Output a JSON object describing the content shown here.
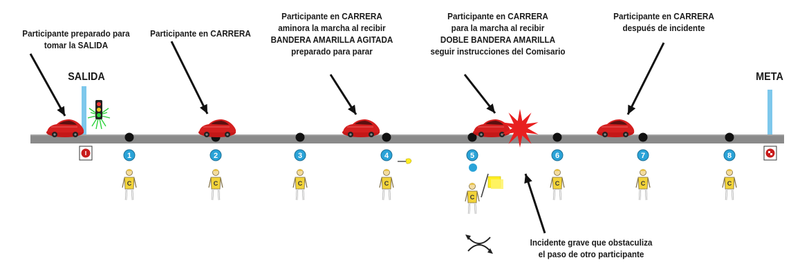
{
  "labels": {
    "start_note": [
      "Participante preparado para",
      "tomar la SALIDA"
    ],
    "race_note": [
      "Participante en CARRERA"
    ],
    "slow_note": [
      "Participante en CARRERA",
      "aminora la marcha al recibir",
      "BANDERA AMARILLA AGITADA",
      "preparado para parar"
    ],
    "stop_note": [
      "Participante en CARRERA",
      "para la marcha al recibir",
      "DOBLE BANDERA AMARILLA",
      "seguir instrucciones del Comisario"
    ],
    "after_note": [
      "Participante en CARRERA",
      "después de incidente"
    ],
    "incident_note": [
      "Incidente grave que obstaculiza",
      "el paso de otro participante"
    ],
    "start": "SALIDA",
    "finish": "META"
  },
  "marshal_posts": [
    "1",
    "2",
    "3",
    "4",
    "5",
    "6",
    "7",
    "8"
  ],
  "colors": {
    "track": "#8a8a8a",
    "car": "#d41f1f",
    "post_badge": "#2aa3d8",
    "flag_yellow": "#ffee22",
    "incident_star": "#e82020",
    "start_pole": "#7ec8ec",
    "traffic_light_green": "#2bd13a"
  }
}
